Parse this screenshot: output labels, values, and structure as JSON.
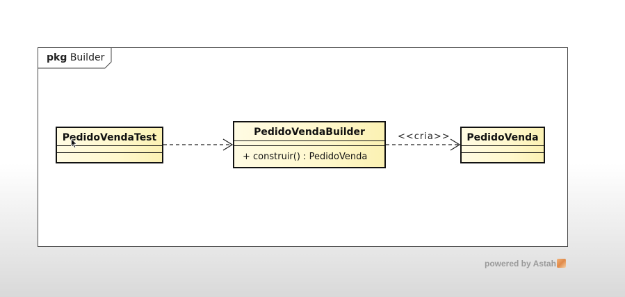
{
  "package": {
    "keyword": "pkg",
    "name": "Builder"
  },
  "classes": {
    "test": {
      "name": "PedidoVendaTest"
    },
    "builder": {
      "name": "PedidoVendaBuilder",
      "operation": "+ construir() : PedidoVenda"
    },
    "pedido": {
      "name": "PedidoVenda"
    }
  },
  "relations": {
    "creates_stereotype": "<<cria>>"
  },
  "footer": {
    "text": "powered by Astah",
    "logo_icon": "astah-logo-icon"
  },
  "colors": {
    "class_fill": "#fff8cc",
    "border": "#111111",
    "footer_text": "#9a9a9a"
  }
}
